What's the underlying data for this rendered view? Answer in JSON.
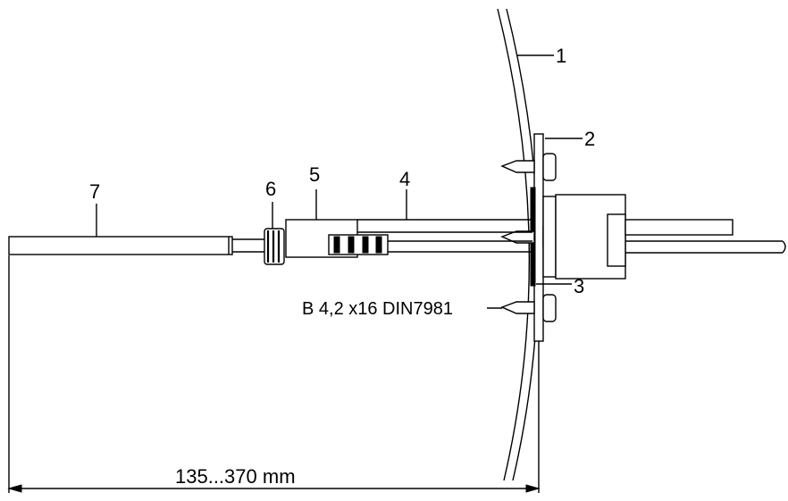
{
  "callouts": {
    "c1": "1",
    "c2": "2",
    "c3": "3",
    "c4": "4",
    "c5": "5",
    "c6": "6",
    "c7": "7"
  },
  "screw_note": "B 4,2 x16 DIN7981",
  "dimension": "135...370 mm"
}
